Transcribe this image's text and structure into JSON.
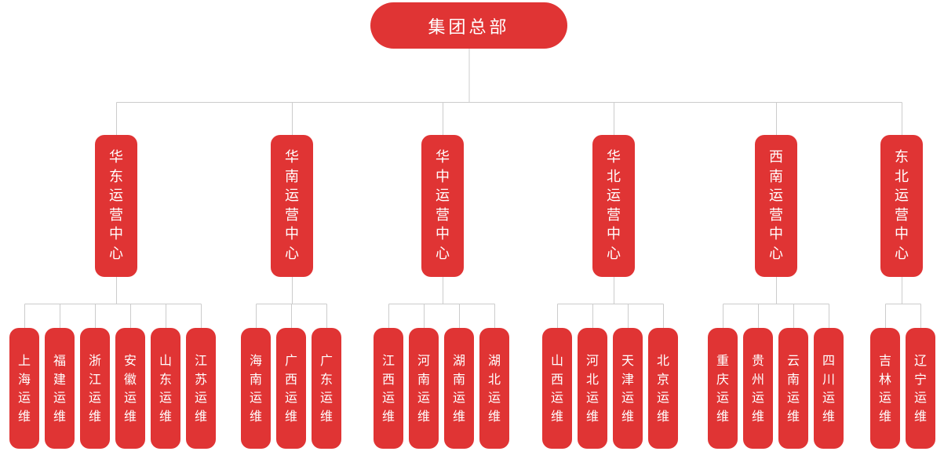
{
  "root": {
    "label": "集团总部"
  },
  "centers": [
    {
      "label": "华东运营中心",
      "children": [
        "上海运维",
        "福建运维",
        "浙江运维",
        "安徽运维",
        "山东运维",
        "江苏运维"
      ]
    },
    {
      "label": "华南运营中心",
      "children": [
        "海南运维",
        "广西运维",
        "广东运维"
      ]
    },
    {
      "label": "华中运营中心",
      "children": [
        "江西运维",
        "河南运维",
        "湖南运维",
        "湖北运维"
      ]
    },
    {
      "label": "华北运营中心",
      "children": [
        "山西运维",
        "河北运维",
        "天津运维",
        "北京运维"
      ]
    },
    {
      "label": "西南运营中心",
      "children": [
        "重庆运维",
        "贵州运维",
        "云南运维",
        "四川运维"
      ]
    },
    {
      "label": "东北运营中心",
      "children": [
        "吉林运维",
        "辽宁运维"
      ]
    }
  ],
  "colors": {
    "node": "#e03434",
    "line": "#cccccc",
    "text": "#ffffff"
  }
}
